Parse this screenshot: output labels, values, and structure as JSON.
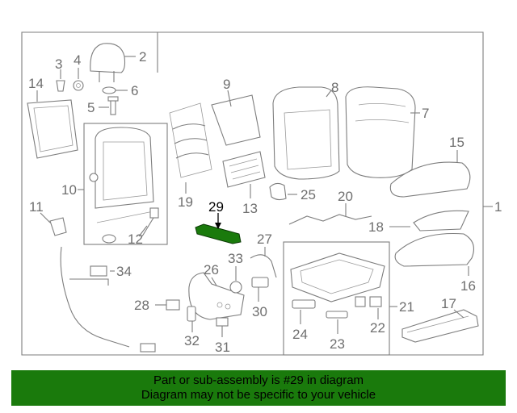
{
  "highlight_color": "#1a7a0c",
  "footer": {
    "line1": "Part or sub-assembly is #29 in diagram",
    "line2": "Diagram may not be specific to your vehicle"
  },
  "callouts": {
    "c1": "1",
    "c2": "2",
    "c3": "3",
    "c4": "4",
    "c5": "5",
    "c6": "6",
    "c7": "7",
    "c8": "8",
    "c9": "9",
    "c10": "10",
    "c11": "11",
    "c12": "12",
    "c13": "13",
    "c14": "14",
    "c15": "15",
    "c16": "16",
    "c17": "17",
    "c18": "18",
    "c19": "19",
    "c20": "20",
    "c21": "21",
    "c22": "22",
    "c23": "23",
    "c24": "24",
    "c25": "25",
    "c26": "26",
    "c27": "27",
    "c28": "28",
    "c29": "29",
    "c30": "30",
    "c31": "31",
    "c32": "32",
    "c33": "33",
    "c34": "34"
  }
}
